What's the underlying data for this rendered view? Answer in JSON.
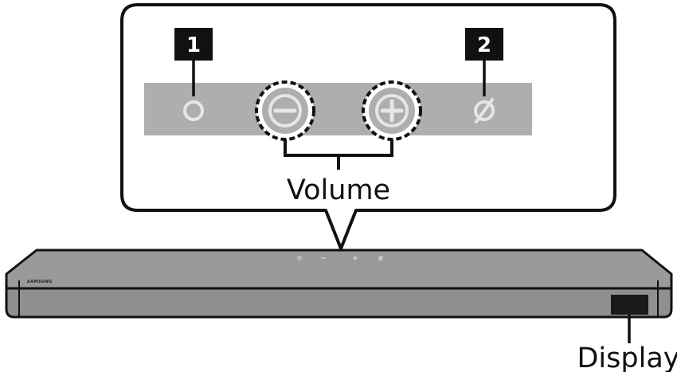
{
  "callout": {
    "badge_1": "1",
    "badge_2": "2",
    "volume_label": "Volume"
  },
  "soundbar": {
    "brand_logo": "SAMSUNG",
    "display_label": "Display"
  },
  "icons": {
    "power": "power-icon",
    "volume_down": "volume-down-icon",
    "volume_up": "volume-up-icon",
    "source": "source-icon"
  },
  "colors": {
    "panel": "#aeaeae",
    "button_glyph": "#e6e6e6",
    "badge": "#111111",
    "soundbar_body": "#8f8f8f",
    "display_window": "#1a1a1a"
  }
}
